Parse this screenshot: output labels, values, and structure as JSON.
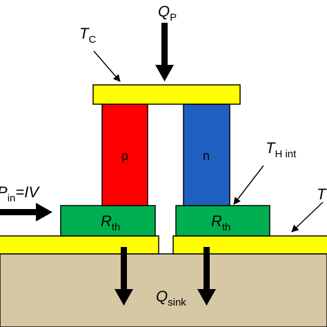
{
  "labels": {
    "q_p_main": "Q",
    "q_p_sub": "P",
    "t_c_main": "T",
    "t_c_sub": "C",
    "p_leg": "p",
    "n_leg": "n",
    "t_h_int_main": "T",
    "t_h_int_sub": "H int",
    "p_in_main": "P",
    "p_in_sub": "in",
    "p_in_eq": "=IV",
    "r_th_left_main": "R",
    "r_th_left_sub": "th",
    "r_th_right_main": "R",
    "r_th_right_sub": "th",
    "t_right_partial": "T",
    "q_sink_main": "Q",
    "q_sink_sub": "sink"
  },
  "colors": {
    "top_plate": "#ffff00",
    "p_leg": "#ff0000",
    "n_leg": "#1f5fbf",
    "r_th_block": "#00b050",
    "bottom_plate": "#ffff00",
    "sink": "#d6c8a4",
    "arrow": "#000000"
  }
}
